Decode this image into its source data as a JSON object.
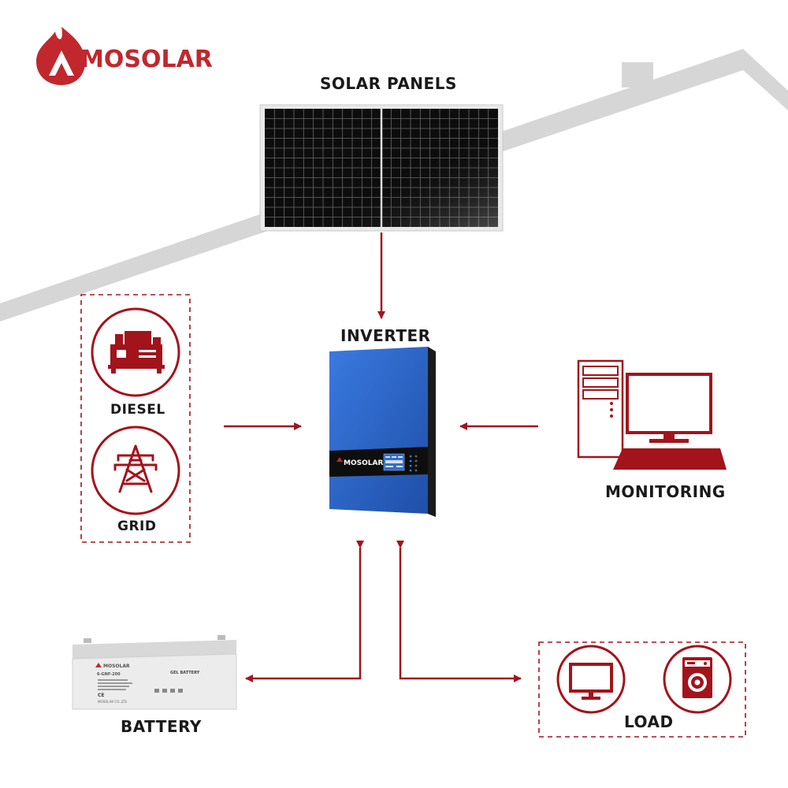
{
  "brand": {
    "name": "MOSOLAR",
    "color": "#c0282e"
  },
  "colors": {
    "accent": "#a3131b",
    "roof": "#d6d6d6",
    "inverter_blue": "#2f66c9",
    "inverter_dark": "#1b1b1b"
  },
  "labels": {
    "solar_panels": "SOLAR PANELS",
    "inverter": "INVERTER",
    "diesel": "DIESEL",
    "grid": "GRID",
    "monitoring": "MONITORING",
    "battery": "BATTERY",
    "load": "LOAD"
  },
  "inverter": {
    "brand": "MOSOLAR"
  },
  "battery": {
    "brand": "MOSOLAR",
    "model": "6-GNF-200",
    "type": "GEL BATTERY",
    "mark": "CE",
    "maker": "MOSOLAR CO.,LTD"
  },
  "icons": [
    "roof-outline-icon",
    "solar-panel-icon",
    "diesel-generator-icon",
    "power-tower-icon",
    "computer-tower-icon",
    "monitor-icon",
    "keyboard-icon",
    "tv-icon",
    "washing-machine-icon"
  ]
}
